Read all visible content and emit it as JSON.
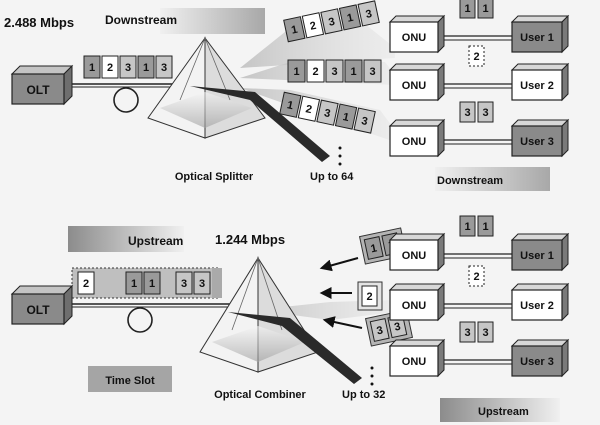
{
  "downstream": {
    "rate": "2.488 Mbps",
    "title": "Downstream",
    "olt_label": "OLT",
    "bus_packets": [
      "1",
      "2",
      "3",
      "1",
      "3"
    ],
    "splitter_label": "Optical Splitter",
    "fanout_label": "Up to 64",
    "bottom_label": "Downstream",
    "fan_packets": [
      [
        "1",
        "2",
        "3",
        "1",
        "3"
      ],
      [
        "1",
        "2",
        "3",
        "1",
        "3"
      ],
      [
        "1",
        "2",
        "3",
        "1",
        "3"
      ]
    ],
    "onus": [
      {
        "label": "ONU",
        "user": "User 1",
        "packets": [
          "1",
          "1"
        ]
      },
      {
        "label": "ONU",
        "user": "User 2",
        "packets": [
          "2"
        ]
      },
      {
        "label": "ONU",
        "user": "User 3",
        "packets": [
          "3",
          "3"
        ]
      }
    ]
  },
  "upstream": {
    "title": "Upstream",
    "rate": "1.244 Mbps",
    "olt_label": "OLT",
    "bus_packets": [
      "2",
      "1",
      "1",
      "3",
      "3"
    ],
    "timeslot_label": "Time Slot",
    "combiner_label": "Optical Combiner",
    "fanout_label": "Up to 32",
    "bottom_label": "Upstream",
    "incoming_packets": [
      [
        "1",
        "1"
      ],
      [
        "2"
      ],
      [
        "3",
        "3"
      ]
    ],
    "onus": [
      {
        "label": "ONU",
        "user": "User 1",
        "packets": [
          "1",
          "1"
        ]
      },
      {
        "label": "ONU",
        "user": "User 2",
        "packets": [
          "2"
        ]
      },
      {
        "label": "ONU",
        "user": "User 3",
        "packets": [
          "3",
          "3"
        ]
      }
    ]
  },
  "colors": {
    "packet_1": "#9a9a9a",
    "packet_2": "#ffffff",
    "packet_3": "#c6c6c6",
    "box_dark": "#8a8a8a",
    "box_light": "#ffffff",
    "beam": "#2a2a2a"
  }
}
